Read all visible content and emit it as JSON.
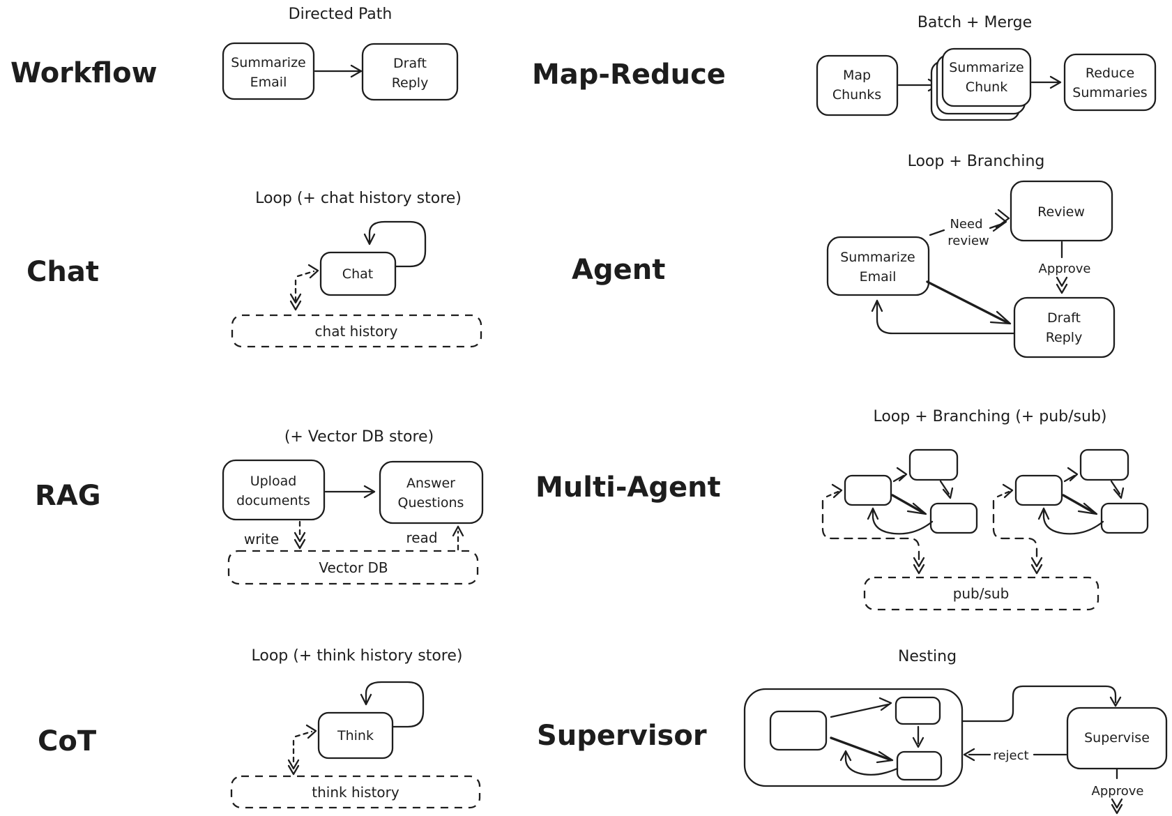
{
  "colors": {
    "ink": "#1d1d1d",
    "background": "#ffffff"
  },
  "sections": {
    "workflow": {
      "label": "Workflow",
      "title": "Directed Path",
      "node_summarize_line1": "Summarize",
      "node_summarize_line2": "Email",
      "node_draft_line1": "Draft",
      "node_draft_line2": "Reply"
    },
    "map_reduce": {
      "label": "Map-Reduce",
      "title": "Batch + Merge",
      "node_map_line1": "Map",
      "node_map_line2": "Chunks",
      "node_chunk_line1": "Summarize",
      "node_chunk_line2": "Chunk",
      "node_reduce_line1": "Reduce",
      "node_reduce_line2": "Summaries"
    },
    "chat": {
      "label": "Chat",
      "title": "Loop (+ chat history store)",
      "node_chat": "Chat",
      "store": "chat history"
    },
    "agent": {
      "label": "Agent",
      "title": "Loop + Branching",
      "node_review": "Review",
      "node_summarize_line1": "Summarize",
      "node_summarize_line2": "Email",
      "node_draft_line1": "Draft",
      "node_draft_line2": "Reply",
      "edge_need_line1": "Need",
      "edge_need_line2": "review",
      "edge_approve": "Approve"
    },
    "rag": {
      "label": "RAG",
      "title": "(+ Vector DB store)",
      "node_upload_line1": "Upload",
      "node_upload_line2": "documents",
      "node_answer_line1": "Answer",
      "node_answer_line2": "Questions",
      "edge_write": "write",
      "edge_read": "read",
      "store": "Vector DB"
    },
    "multi_agent": {
      "label": "Multi-Agent",
      "title": "Loop + Branching (+ pub/sub)",
      "store": "pub/sub"
    },
    "cot": {
      "label": "CoT",
      "title": "Loop (+ think history store)",
      "node_think": "Think",
      "store": "think history"
    },
    "supervisor": {
      "label": "Supervisor",
      "title": "Nesting",
      "node_supervise": "Supervise",
      "edge_reject": "reject",
      "edge_approve": "Approve"
    }
  }
}
